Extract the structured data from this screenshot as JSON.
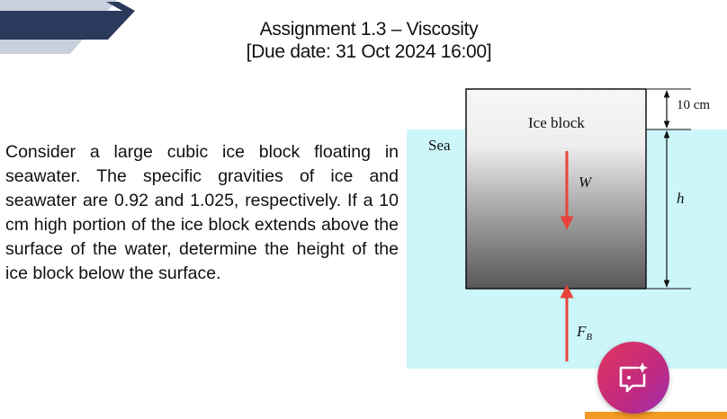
{
  "slide": {
    "title_line1": "Assignment 1.3  – Viscosity",
    "title_line2": "[Due date: 31 Oct 2024 16:00]",
    "problem_text": "Consider a large cubic ice block floating in seawater. The specific gravities of ice and seawater are 0.92 and 1.025, respectively. If a 10 cm high portion of the ice block extends above the surface of the water, determine the height of the ice block below the surface."
  },
  "figure": {
    "sea_label": "Sea",
    "block_label": "Ice block",
    "weight_label": "W",
    "buoyancy_label": "F",
    "buoyancy_subscript": "B",
    "top_dim_label": "10 cm",
    "depth_dim_label": "h",
    "colors": {
      "water": "#ccf6fa",
      "block_top": "#f6f6f6",
      "block_bottom": "#5a5a5a",
      "arrow": "#e8443a"
    }
  },
  "chat_button": {
    "icon": "chat-sparkle-icon"
  },
  "colors": {
    "header_navy": "#2b3a5c",
    "header_light": "#c8d0de",
    "accent_orange": "#f39a24"
  }
}
